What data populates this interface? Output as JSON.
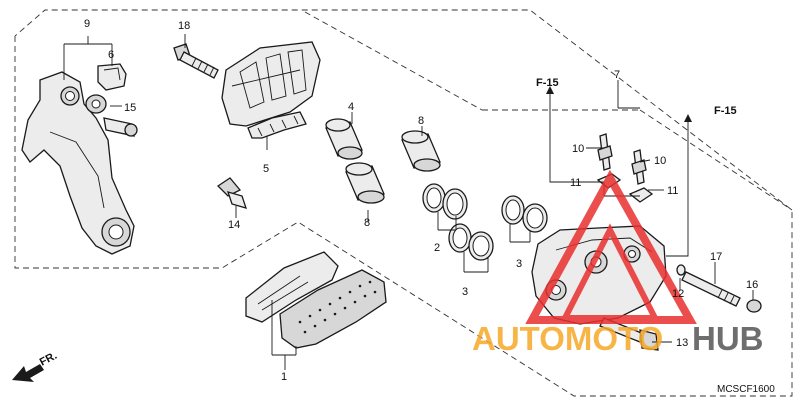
{
  "diagram": {
    "code": "MCSCF1600",
    "front_label": "FR.",
    "ref_labels": {
      "left": "F-15",
      "right": "F-15"
    },
    "watermark": {
      "word1": "AUTOMOTO",
      "word2": "HUB",
      "color_main": "#f7a928",
      "color_hub": "#555555",
      "color_logo": "#e8302e"
    },
    "callouts": {
      "c1": "1",
      "c2": "2",
      "c3a": "3",
      "c3b": "3",
      "c4": "4",
      "c5": "5",
      "c6": "6",
      "c7": "7",
      "c8a": "8",
      "c8b": "8",
      "c9": "9",
      "c10a": "10",
      "c10b": "10",
      "c11a": "11",
      "c11b": "11",
      "c12": "12",
      "c13": "13",
      "c14": "14",
      "c15": "15",
      "c16": "16",
      "c17": "17",
      "c18": "18"
    }
  }
}
